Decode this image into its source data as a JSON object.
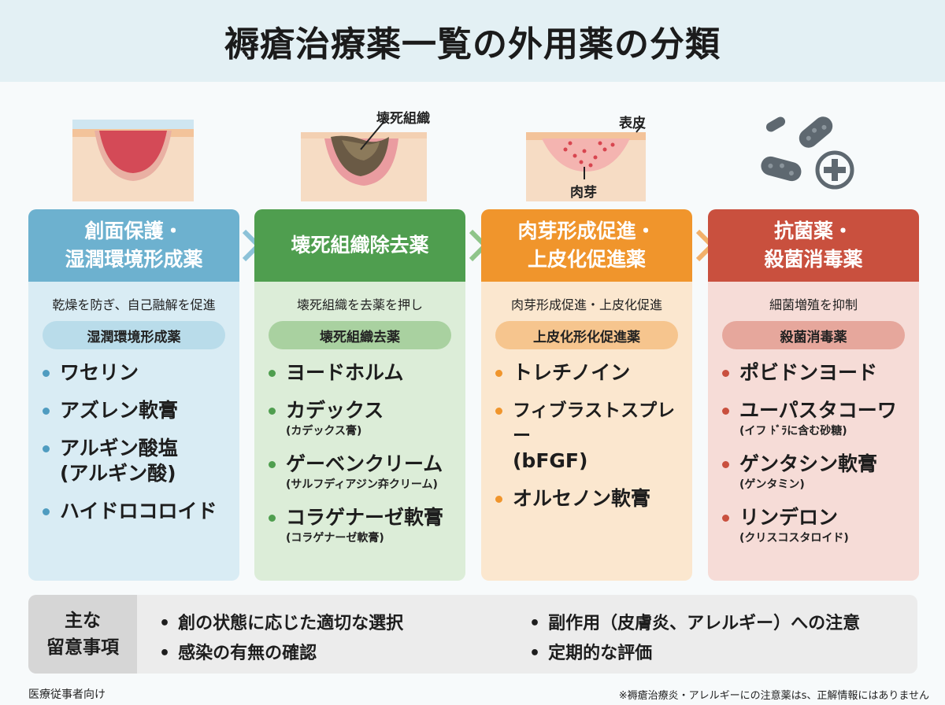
{
  "title": "褥瘡治療薬一覧の外用薬の分類",
  "illustrations": {
    "necrotic_label": "壊死組織",
    "epidermis_label": "表皮",
    "granulation_label": "肉芽"
  },
  "columns": [
    {
      "header_line1": "創面保護・",
      "header_line2": "湿潤環境形成薬",
      "description": "乾燥を防ぎ、自己融解を促進",
      "pill": "湿潤環境形成薬",
      "color": "#6db1cf",
      "body_color": "#d9ecf4",
      "pill_color": "#b9dcea",
      "dot_color": "#4f9cc0",
      "items": [
        {
          "name": "ワセリン",
          "sub": ""
        },
        {
          "name": "アズレン軟膏",
          "sub": ""
        },
        {
          "name": "アルギン酸塩",
          "name2": "(アルギン酸)",
          "sub": ""
        },
        {
          "name": "ハイドロコロイド",
          "sub": ""
        }
      ]
    },
    {
      "header_line1": "壊死組織除去薬",
      "header_line2": "",
      "description": "壊死組織を去薬を押し",
      "pill": "壊死組織去薬",
      "color": "#4f9e4f",
      "body_color": "#dcedd8",
      "pill_color": "#a9d1a0",
      "dot_color": "#4f9e4f",
      "items": [
        {
          "name": "ヨードホルム",
          "sub": ""
        },
        {
          "name": "カデックス",
          "sub": "(カデックス膏)"
        },
        {
          "name": "ゲーベンクリーム",
          "sub": "(サルフディアジン㚏クリーム)"
        },
        {
          "name": "コラゲナーゼ軟膏",
          "sub": "(コラゲナーゼ軟膏)"
        }
      ]
    },
    {
      "header_line1": "肉芽形成促進・",
      "header_line2": "上皮化促進薬",
      "description": "肉芽形成促進・上皮化促進",
      "pill": "上皮化形化促進薬",
      "color": "#f0952c",
      "body_color": "#fbe7cf",
      "pill_color": "#f6c58e",
      "dot_color": "#f0952c",
      "items": [
        {
          "name": "トレチノイン",
          "sub": ""
        },
        {
          "name": "フィブラストスプレー",
          "name2": "(bFGF)",
          "sub": ""
        },
        {
          "name": "オルセノン軟膏",
          "sub": ""
        }
      ]
    },
    {
      "header_line1": "抗菌薬・",
      "header_line2": "殺菌消毒薬",
      "description": "細菌増殖を抑制",
      "pill": "殺菌消毒薬",
      "color": "#c9503e",
      "body_color": "#f6dcd7",
      "pill_color": "#e6a79c",
      "dot_color": "#c9503e",
      "items": [
        {
          "name": "ポビドンヨード",
          "sub": ""
        },
        {
          "name": "ユーパスタコーワ",
          "sub": "(イフ ﾄﾞﾗに含む砂糖)"
        },
        {
          "name": "ゲンタシン軟膏",
          "sub": "(ゲンタミン)"
        },
        {
          "name": "リンデロン",
          "sub": "(クリスコスタロイド)"
        }
      ]
    }
  ],
  "notes": {
    "label_line1": "主な",
    "label_line2": "留意事項",
    "items": [
      "創の状態に応じた適切な選択",
      "感染の有無の確認",
      "副作用（皮膚炎、アレルギー）への注意",
      "定期的な評価"
    ]
  },
  "footer": {
    "left": "医療従事者向け",
    "right": "※褥瘡治療炎・アレルギーにの注意薬はs、正解情報にはありません"
  }
}
